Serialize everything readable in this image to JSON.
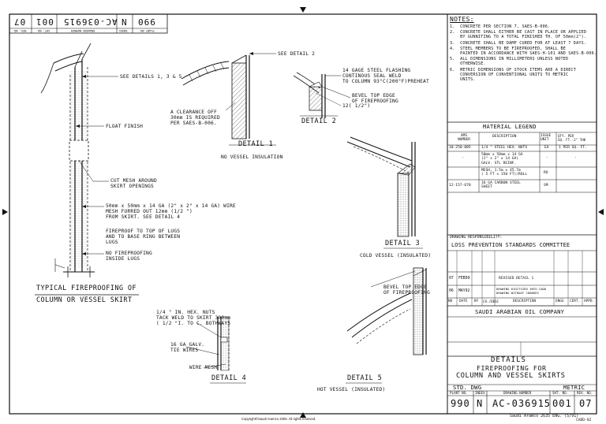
{
  "header": {
    "fields": [
      {
        "label": "REV. NO.",
        "value": "07"
      },
      {
        "label": "SHT. NO.",
        "value": "001"
      },
      {
        "label": "DRAWING NUMBER",
        "value": "AC-036915"
      },
      {
        "label": "INDEX",
        "value": "N"
      },
      {
        "label": "PLANT NO.",
        "value": "990"
      }
    ]
  },
  "notes": {
    "title": "NOTES:",
    "items": [
      "1.  CONCRETE PER SECTION 7, SAES-B-006.",
      "2.  CONCRETE SHALL EITHER BE CAST IN PLACE OR APPLIED\n    BY GUNNITING TO A TOTAL FINISHED TH. OF 50mm(2\").",
      "3.  CONCRETE SHALL BE DAMP CURED FOR AT LEAST 7 DAYS.",
      "4.  STEEL MEMBERS TO BE FIREPROOFED, SHALL BE\n    PAINTED IN ACCORDANCE WITH SAES-H-101 AND SAES-B-006.",
      "5.  ALL DIMENSIONS IN MILLIMETERS UNLESS NOTED\n    OTHERWISE.",
      "6.  METRIC DIMENSIONS OF STOCK ITEMS ARE A DIRECT\n    CONVERSION OF CONVENTIONAL UNITS TO METRIC\n    UNITS."
    ]
  },
  "legend": {
    "title": "MATERIAL LEGEND",
    "headers": [
      "AMS\nNUMBER",
      "DESCRIPTION",
      "ISSUE\nUNIT",
      "QTY. PER\nSQ. FT.-2\" THK"
    ],
    "rows": [
      [
        "10-250-005",
        "1/4 \" STEEL HEX. NUTS",
        "EA",
        "1 PER SQ. FT."
      ],
      [
        "-",
        "50mm x 50mm x 14 GA\n(2\" x 2\" x 14 GA)\nGALV. STL REINF.",
        "-",
        "-"
      ],
      [
        "",
        "MESH, 1.5m x 45.7m\n( 5 FT x 150 FT)/ROLL",
        "RO",
        ""
      ],
      [
        "12-157-670",
        "16 GA CARBON STEEL\nSHEET",
        "SM",
        ""
      ]
    ]
  },
  "responsibility": {
    "label": "DRAWING RESPONSIBILITY:",
    "value": "LOSS PREVENTION STANDARDS COMMITTEE"
  },
  "revisions": [
    {
      "rev": "07",
      "date": "FEB99",
      "by": "",
      "desc": "REVISED DETAIL 1"
    },
    {
      "rev": "06",
      "date": "MAY92",
      "by": "",
      "desc": "DRAWING DIGITIZED INTO CADD\nDRAWING WITHOUT CHANGES"
    }
  ],
  "rev_header": [
    "NO",
    "DATE",
    "BY",
    "CO./DESC",
    "DESCRIPTION",
    "ENGG",
    "CERT.",
    "APPD."
  ],
  "company": "SAUDI ARABIAN OIL COMPANY",
  "title_block": {
    "line1": "DETAILS",
    "line2": "FIREPROOFING FOR",
    "line3": "COLUMN AND VESSEL SKIRTS",
    "std": "STD. DWG",
    "units": "METRIC",
    "col_labels": [
      "PLANT NO.",
      "INDEX",
      "DRAWING NUMBER",
      "SHT. NO.",
      "REV. NO."
    ],
    "plant": "990",
    "index": "N",
    "drawing": "AC-036915",
    "sheet": "001",
    "rev": "07"
  },
  "footer": {
    "stamp": "Saudi Aramco 2635 ENG. (5/91)",
    "copyright": "Copyright©Saudi Aramco 2009. All rights reserved.",
    "code": "CADD-02"
  },
  "drawing": {
    "main_title_1": "TYPICAL FIREPROOFING OF",
    "main_title_2": "COLUMN OR VESSEL SKIRT",
    "callouts": {
      "see_details": "SEE DETAILS 1, 3 & 5",
      "float_finish": "FLOAT FINISH",
      "cut_mesh": "CUT MESH AROUND\nSKIRT OPENINGS",
      "wire_mesh": "50mm x 50mm x 14 GA (2\" x 2\" x 14 GA) WIRE\nMESH FURRED OUT 12mm (1/2 \")\nFROM SKIRT. SEE DETAIL 4",
      "fireproof_lugs": "FIREPROOF TO TOP OF LUGS\nAND TO BASE RING BETWEEN\nLUGS",
      "no_fireproof": "NO FIREPROOFING\nINSIDE LUGS",
      "see_detail_2": "SEE DETAIL 2",
      "clearance": "A CLEARANCE OFF\n30mm IS REQUIRED\nPER SAES-B-006.",
      "flashing": "14 GAGE STEEL FLASHING\nCONTINOUS SEAL WELD\nTO COLUMN 93°C(200°F)PREHEAT",
      "bevel2": "BEVEL TOP EDGE\nOF FIREPROOFING",
      "dim": "12( 1/2\")",
      "bevel5": "BEVEL TOP EDGE\nOF FIREPROOFING",
      "hex_nuts": "1/4 \" IN. HEX. NUTS\nTACK WELD TO SKIRT 300mm\n( 1/2 \"I. TO C. BOTHWAYS",
      "tie_wires": "16 GA GALV.\nTIE WIRES",
      "wire_mesh_4": "WIRE MESH"
    },
    "details": {
      "d1": "DETAIL 1",
      "d1_sub": "NO VESSEL INSULATION",
      "d2": "DETAIL 2",
      "d3": "DETAIL 3",
      "d3_sub": "COLD VESSEL (INSULATED)",
      "d4": "DETAIL 4",
      "d5": "DETAIL 5",
      "d5_sub": "HOT VESSEL (INSULATED)"
    }
  }
}
